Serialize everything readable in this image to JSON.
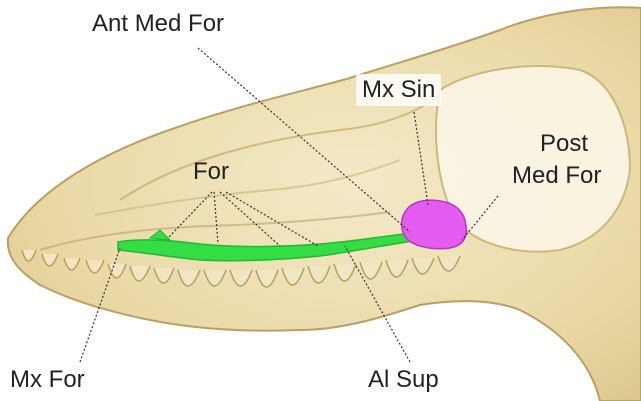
{
  "labels": {
    "ant_med_for": "Ant Med For",
    "mx_sin": "Mx Sin",
    "post_med_for_line1": "Post",
    "post_med_for_line2": "Med For",
    "for": "For",
    "mx_for": "Mx For",
    "al_sup": "Al Sup"
  },
  "colors": {
    "background": "#ffffff",
    "bone": "#e9d9a8",
    "bone_shadow": "#c9b57a",
    "canal_green": "#33dd44",
    "sinus_magenta": "#e45cf0",
    "leader_line": "#333333",
    "label_text": "#222222"
  }
}
